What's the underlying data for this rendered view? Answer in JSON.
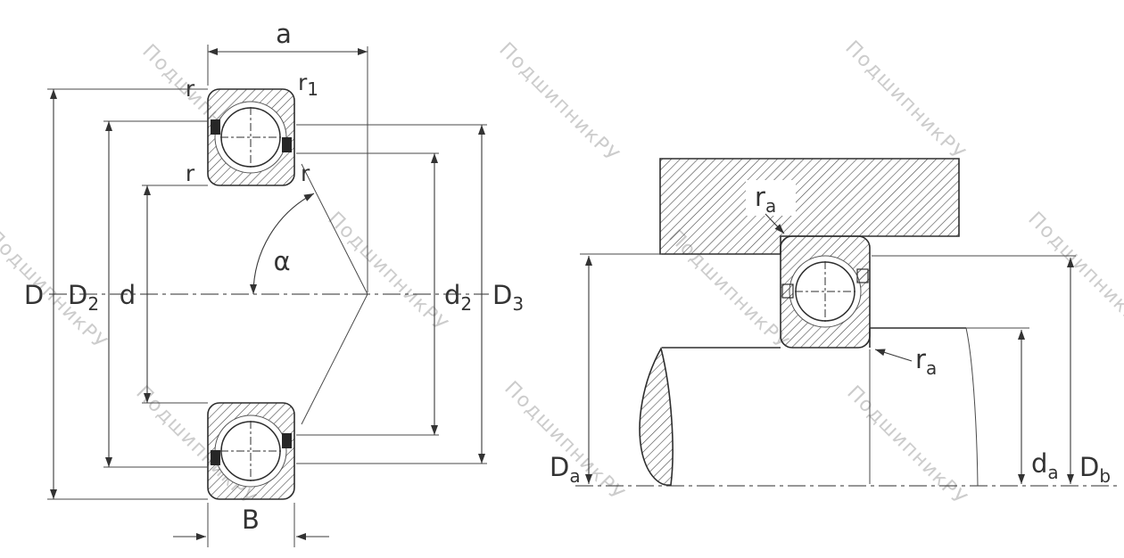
{
  "watermark": {
    "text": "ПодшипникРУ"
  },
  "left_diagram": {
    "labels": {
      "a": "a",
      "r1": {
        "base": "r",
        "sub": "1"
      },
      "r_outer_top": "r",
      "r_inner_left": "r",
      "r_inner_right": "r",
      "alpha": "α",
      "D": "D",
      "D2": {
        "base": "D",
        "sub": "2"
      },
      "d": "d",
      "d2": {
        "base": "d",
        "sub": "2"
      },
      "D3": {
        "base": "D",
        "sub": "3"
      },
      "B": "B"
    }
  },
  "right_diagram": {
    "labels": {
      "ra_housing": {
        "base": "r",
        "sub": "a"
      },
      "ra_shaft": {
        "base": "r",
        "sub": "a"
      },
      "Da": {
        "base": "D",
        "sub": "a"
      },
      "da": {
        "base": "d",
        "sub": "a"
      },
      "Db": {
        "base": "D",
        "sub": "b"
      }
    }
  },
  "colors": {
    "line": "#2e2e2e",
    "watermark": "#c7c7c7"
  }
}
